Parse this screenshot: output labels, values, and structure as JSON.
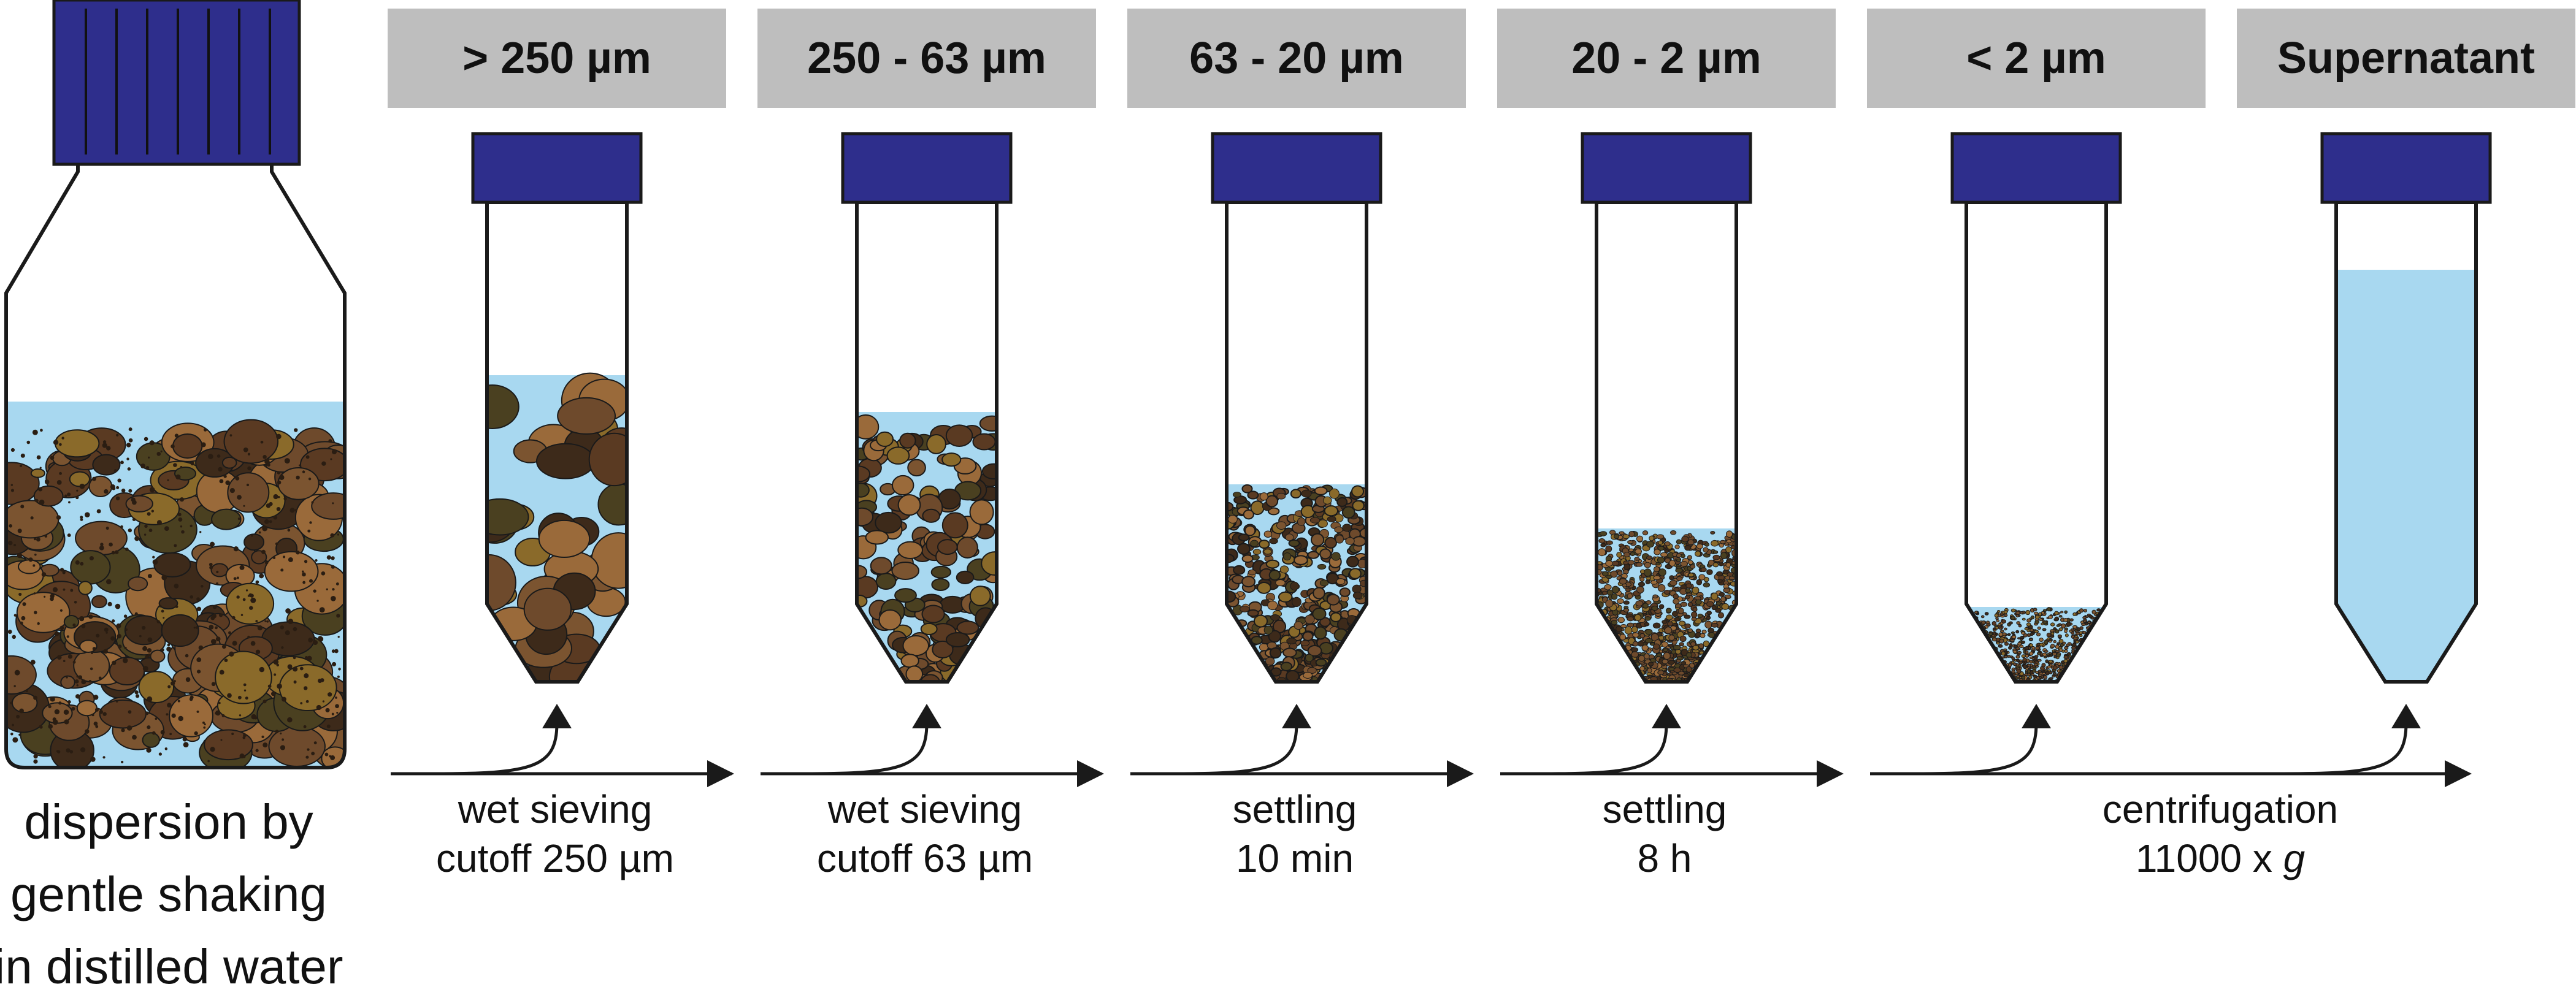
{
  "headers": [
    "> 250 µm",
    "250 - 63 µm",
    "63 - 20 µm",
    "20 - 2 µm",
    "< 2 µm",
    "Supernatant"
  ],
  "bottle_caption": [
    "dispersion by",
    "gentle shaking",
    "in distilled water"
  ],
  "steps": [
    {
      "line1": "wet sieving",
      "line2": "cutoff 250 µm"
    },
    {
      "line1": "wet sieving",
      "line2": "cutoff 63 µm"
    },
    {
      "line1": "settling",
      "line2": "10 min"
    },
    {
      "line1": "settling",
      "line2": "8 h"
    },
    {
      "line1": "centrifugation",
      "line2": "11000 x ",
      "line2_italic": "g"
    }
  ],
  "colors": {
    "cap": "#2e2e8c",
    "water": "#a8d8f0",
    "header_bg": "#bebebe",
    "outline": "#1a1a1a",
    "particles": [
      "#5a3a22",
      "#6e4a2c",
      "#7b5430",
      "#3d2a1a",
      "#8a6a2a",
      "#4a4020",
      "#9a6a3a"
    ]
  },
  "icons": [
    "bottle-icon",
    "tube-icon",
    "arrow-icon"
  ]
}
